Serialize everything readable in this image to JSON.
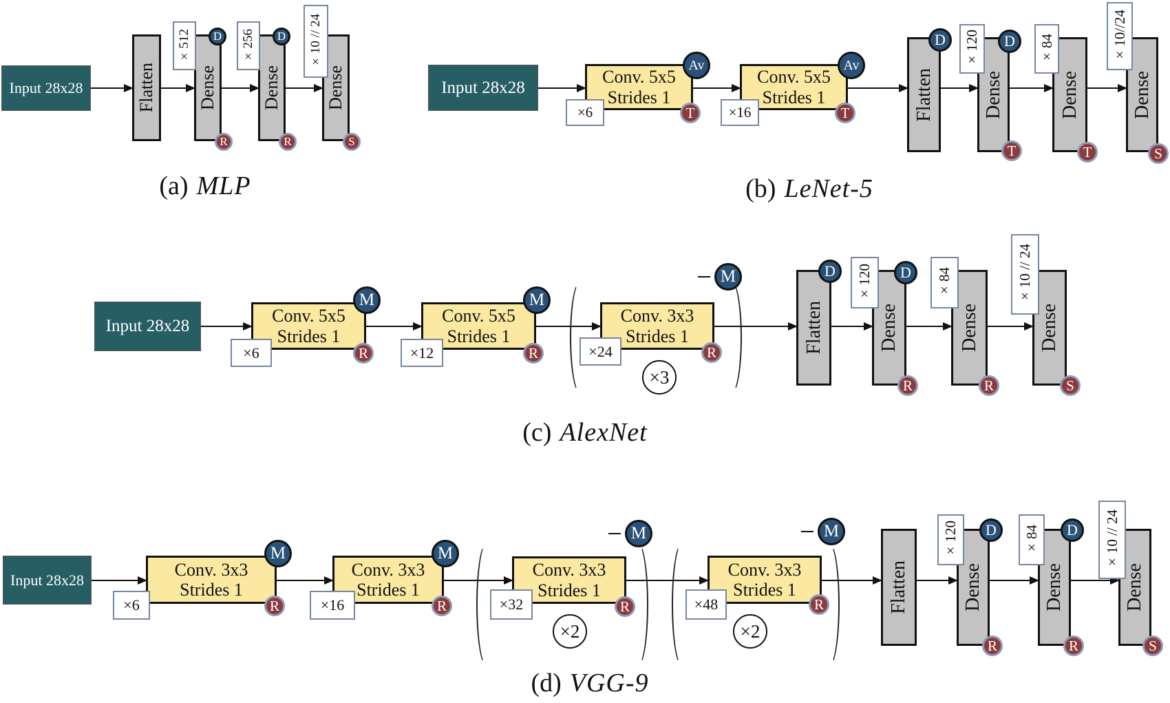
{
  "captions": {
    "a": {
      "index": "(a)",
      "name": "MLP"
    },
    "b": {
      "index": "(b)",
      "name": "LeNet-5"
    },
    "c": {
      "index": "(c)",
      "name": "AlexNet"
    },
    "d": {
      "index": "(d)",
      "name": "VGG-9"
    }
  },
  "mlp": {
    "input": "Input 28x28",
    "flatten": "Flatten",
    "dense": "Dense",
    "dense1": {
      "units": "×512",
      "top": "D",
      "bottom": "R"
    },
    "dense2": {
      "units": "×256",
      "top": "D",
      "bottom": "R"
    },
    "dense3": {
      "units": "×10 // 24",
      "bottom": "S"
    }
  },
  "lenet": {
    "input": "Input 28x28",
    "conv": {
      "line1": "Conv. 5x5",
      "line2": "Strides 1"
    },
    "conv1": {
      "filters": "×6",
      "top": "Av",
      "bottom": "T"
    },
    "conv2": {
      "filters": "×16",
      "top": "Av",
      "bottom": "T"
    },
    "flatten": "Flatten",
    "flatten_top": "D",
    "dense": "Dense",
    "dense1": {
      "units": "×120",
      "top": "D",
      "bottom": "T"
    },
    "dense2": {
      "units": "×84",
      "bottom": "T"
    },
    "dense3": {
      "units": "×10//24",
      "bottom": "S"
    }
  },
  "alexnet": {
    "input": "Input 28x28",
    "conv5": {
      "line1": "Conv. 5x5",
      "line2": "Strides 1"
    },
    "conv3": {
      "line1": "Conv. 3x3",
      "line2": "Strides 1"
    },
    "conv1": {
      "filters": "×6",
      "top": "M",
      "bottom": "R"
    },
    "conv2": {
      "filters": "×12",
      "top": "M",
      "bottom": "R"
    },
    "group": {
      "filters": "×24",
      "top": "M",
      "bottom": "R",
      "repeat": "×3"
    },
    "flatten": "Flatten",
    "flatten_top": "D",
    "dense": "Dense",
    "dense1": {
      "units": "×120",
      "top": "D",
      "bottom": "R"
    },
    "dense2": {
      "units": "×84",
      "bottom": "R"
    },
    "dense3": {
      "units": "×10 // 24",
      "bottom": "S"
    }
  },
  "vgg": {
    "input": "Input 28x28",
    "conv": {
      "line1": "Conv. 3x3",
      "line2": "Strides 1"
    },
    "conv1": {
      "filters": "×6",
      "top": "M",
      "bottom": "R"
    },
    "conv2": {
      "filters": "×16",
      "top": "M",
      "bottom": "R"
    },
    "group1": {
      "filters": "×32",
      "top": "M",
      "bottom": "R",
      "repeat": "×2"
    },
    "group2": {
      "filters": "×48",
      "top": "M",
      "bottom": "R",
      "repeat": "×2"
    },
    "flatten": "Flatten",
    "dense": "Dense",
    "dense1": {
      "units": "×120",
      "top": "D",
      "bottom": "R"
    },
    "dense2": {
      "units": "×84",
      "top": "D",
      "bottom": "R"
    },
    "dense3": {
      "units": "×10 // 24",
      "bottom": "S"
    }
  },
  "colors": {
    "input_fill": "#265e64",
    "conv_fill": "#fbe9a2",
    "layer_fill": "#c3c3c3",
    "badge_blue": "#2a5278",
    "badge_red": "#8c3a3c"
  }
}
